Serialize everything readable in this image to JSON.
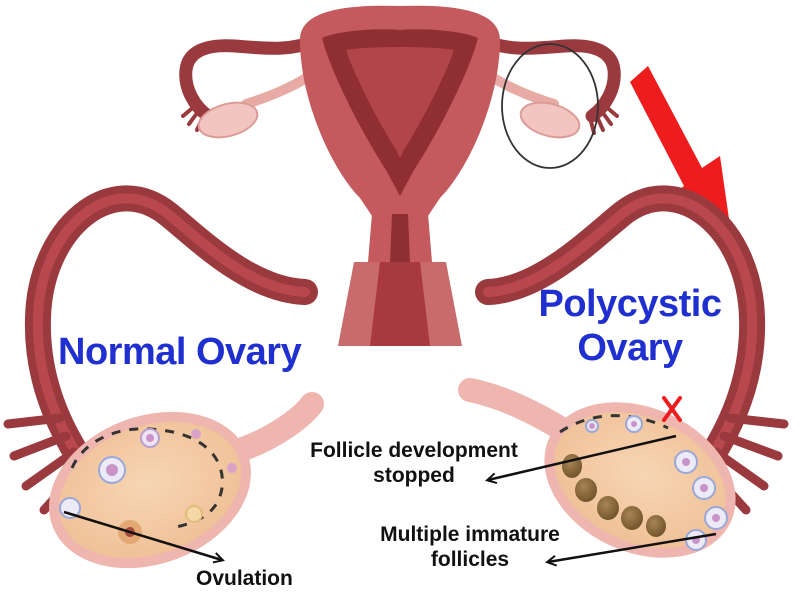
{
  "labels": {
    "normal_ovary": "Normal Ovary",
    "polycystic_line1": "Polycystic",
    "polycystic_line2": "Ovary",
    "follicle_line1": "Follicle development",
    "follicle_line2": "stopped",
    "multiple_line1": "Multiple immature",
    "multiple_line2": "follicles",
    "ovulation": "Ovulation"
  },
  "icons": {
    "indicator_arrow": "red-arrow-icon",
    "stop_mark": "red-x-icon",
    "highlight": "highlight-circle-icon"
  },
  "colors": {
    "uterus_dark": "#8f2f33",
    "uterus_mid": "#c3555a",
    "uterus_light": "#e8a9a3",
    "ovary_fill": "#f2c69f",
    "ovary_rim": "#efb6b0",
    "cyst": "#8b6a3c",
    "follicle": "#e7e3f3",
    "label_blue": "#1f2fd0",
    "alert_red": "#ee1c1c"
  }
}
